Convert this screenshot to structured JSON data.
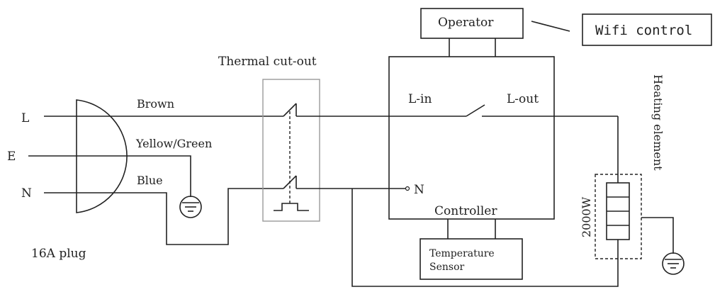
{
  "labels": {
    "terminal_l": "L",
    "terminal_e": "E",
    "terminal_n": "N",
    "wire_brown": "Brown",
    "wire_yellow_green": "Yellow/Green",
    "wire_blue": "Blue",
    "plug": "16A plug",
    "thermal_cutout": "Thermal cut-out",
    "operator": "Operator",
    "wifi_control": "Wifi control",
    "l_in": "L-in",
    "l_out": "L-out",
    "controller_n": "N",
    "controller": "Controller",
    "temperature_sensor_line1": "Temperature",
    "temperature_sensor_line2": "Sensor",
    "heating_element": "Heating element",
    "power_rating": "2000W"
  },
  "colors": {
    "line": "#222222",
    "thermal_box": "#999999"
  }
}
